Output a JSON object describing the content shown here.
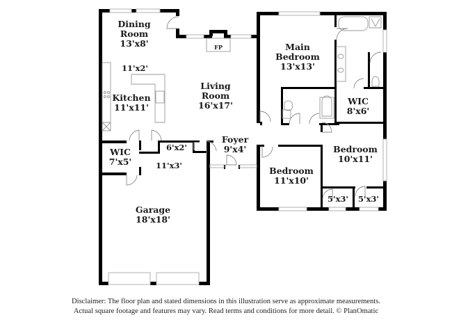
{
  "floor_plan": {
    "rooms": [
      {
        "id": "dining-room",
        "name_lines": [
          "Dining",
          "Room"
        ],
        "dimensions": "13'x8'"
      },
      {
        "id": "kitchen",
        "name_lines": [
          "Kitchen"
        ],
        "dimensions": "11'x11'"
      },
      {
        "id": "kitchen-island",
        "name_lines": [],
        "dimensions": "11'x2'"
      },
      {
        "id": "living-room",
        "name_lines": [
          "Living",
          "Room"
        ],
        "dimensions": "16'x17'"
      },
      {
        "id": "main-bedroom",
        "name_lines": [
          "Main",
          "Bedroom"
        ],
        "dimensions": "13'x13'"
      },
      {
        "id": "main-wic",
        "name_lines": [
          "WIC"
        ],
        "dimensions": "8'x6'"
      },
      {
        "id": "foyer",
        "name_lines": [
          "Foyer"
        ],
        "dimensions": "9'x4'"
      },
      {
        "id": "laundry-wic",
        "name_lines": [
          "WIC"
        ],
        "dimensions": "7'x5'"
      },
      {
        "id": "utility-closet",
        "name_lines": [],
        "dimensions": "6'x2'"
      },
      {
        "id": "garage-storage",
        "name_lines": [],
        "dimensions": "11'x3'"
      },
      {
        "id": "garage",
        "name_lines": [
          "Garage"
        ],
        "dimensions": "18'x18'"
      },
      {
        "id": "bedroom-2",
        "name_lines": [
          "Bedroom"
        ],
        "dimensions": "10'x11'"
      },
      {
        "id": "bedroom-3",
        "name_lines": [
          "Bedroom"
        ],
        "dimensions": "11'x10'"
      },
      {
        "id": "closet-1",
        "name_lines": [],
        "dimensions": "5'x3'"
      },
      {
        "id": "closet-2",
        "name_lines": [],
        "dimensions": "5'x3'"
      }
    ],
    "fireplace_label": "FP",
    "colors": {
      "wall": "#000000",
      "fixture": "#9a9a9a",
      "window": "#b8b8b8",
      "text": "#1a1a1a"
    }
  },
  "disclaimer": {
    "line1": "Disclaimer: The floor plan and stated dimensions in this illustration serve as approximate measurements.",
    "line2": "Actual square footage and features may vary. Read terms and conditions for more detail. © PlanOmatic"
  }
}
